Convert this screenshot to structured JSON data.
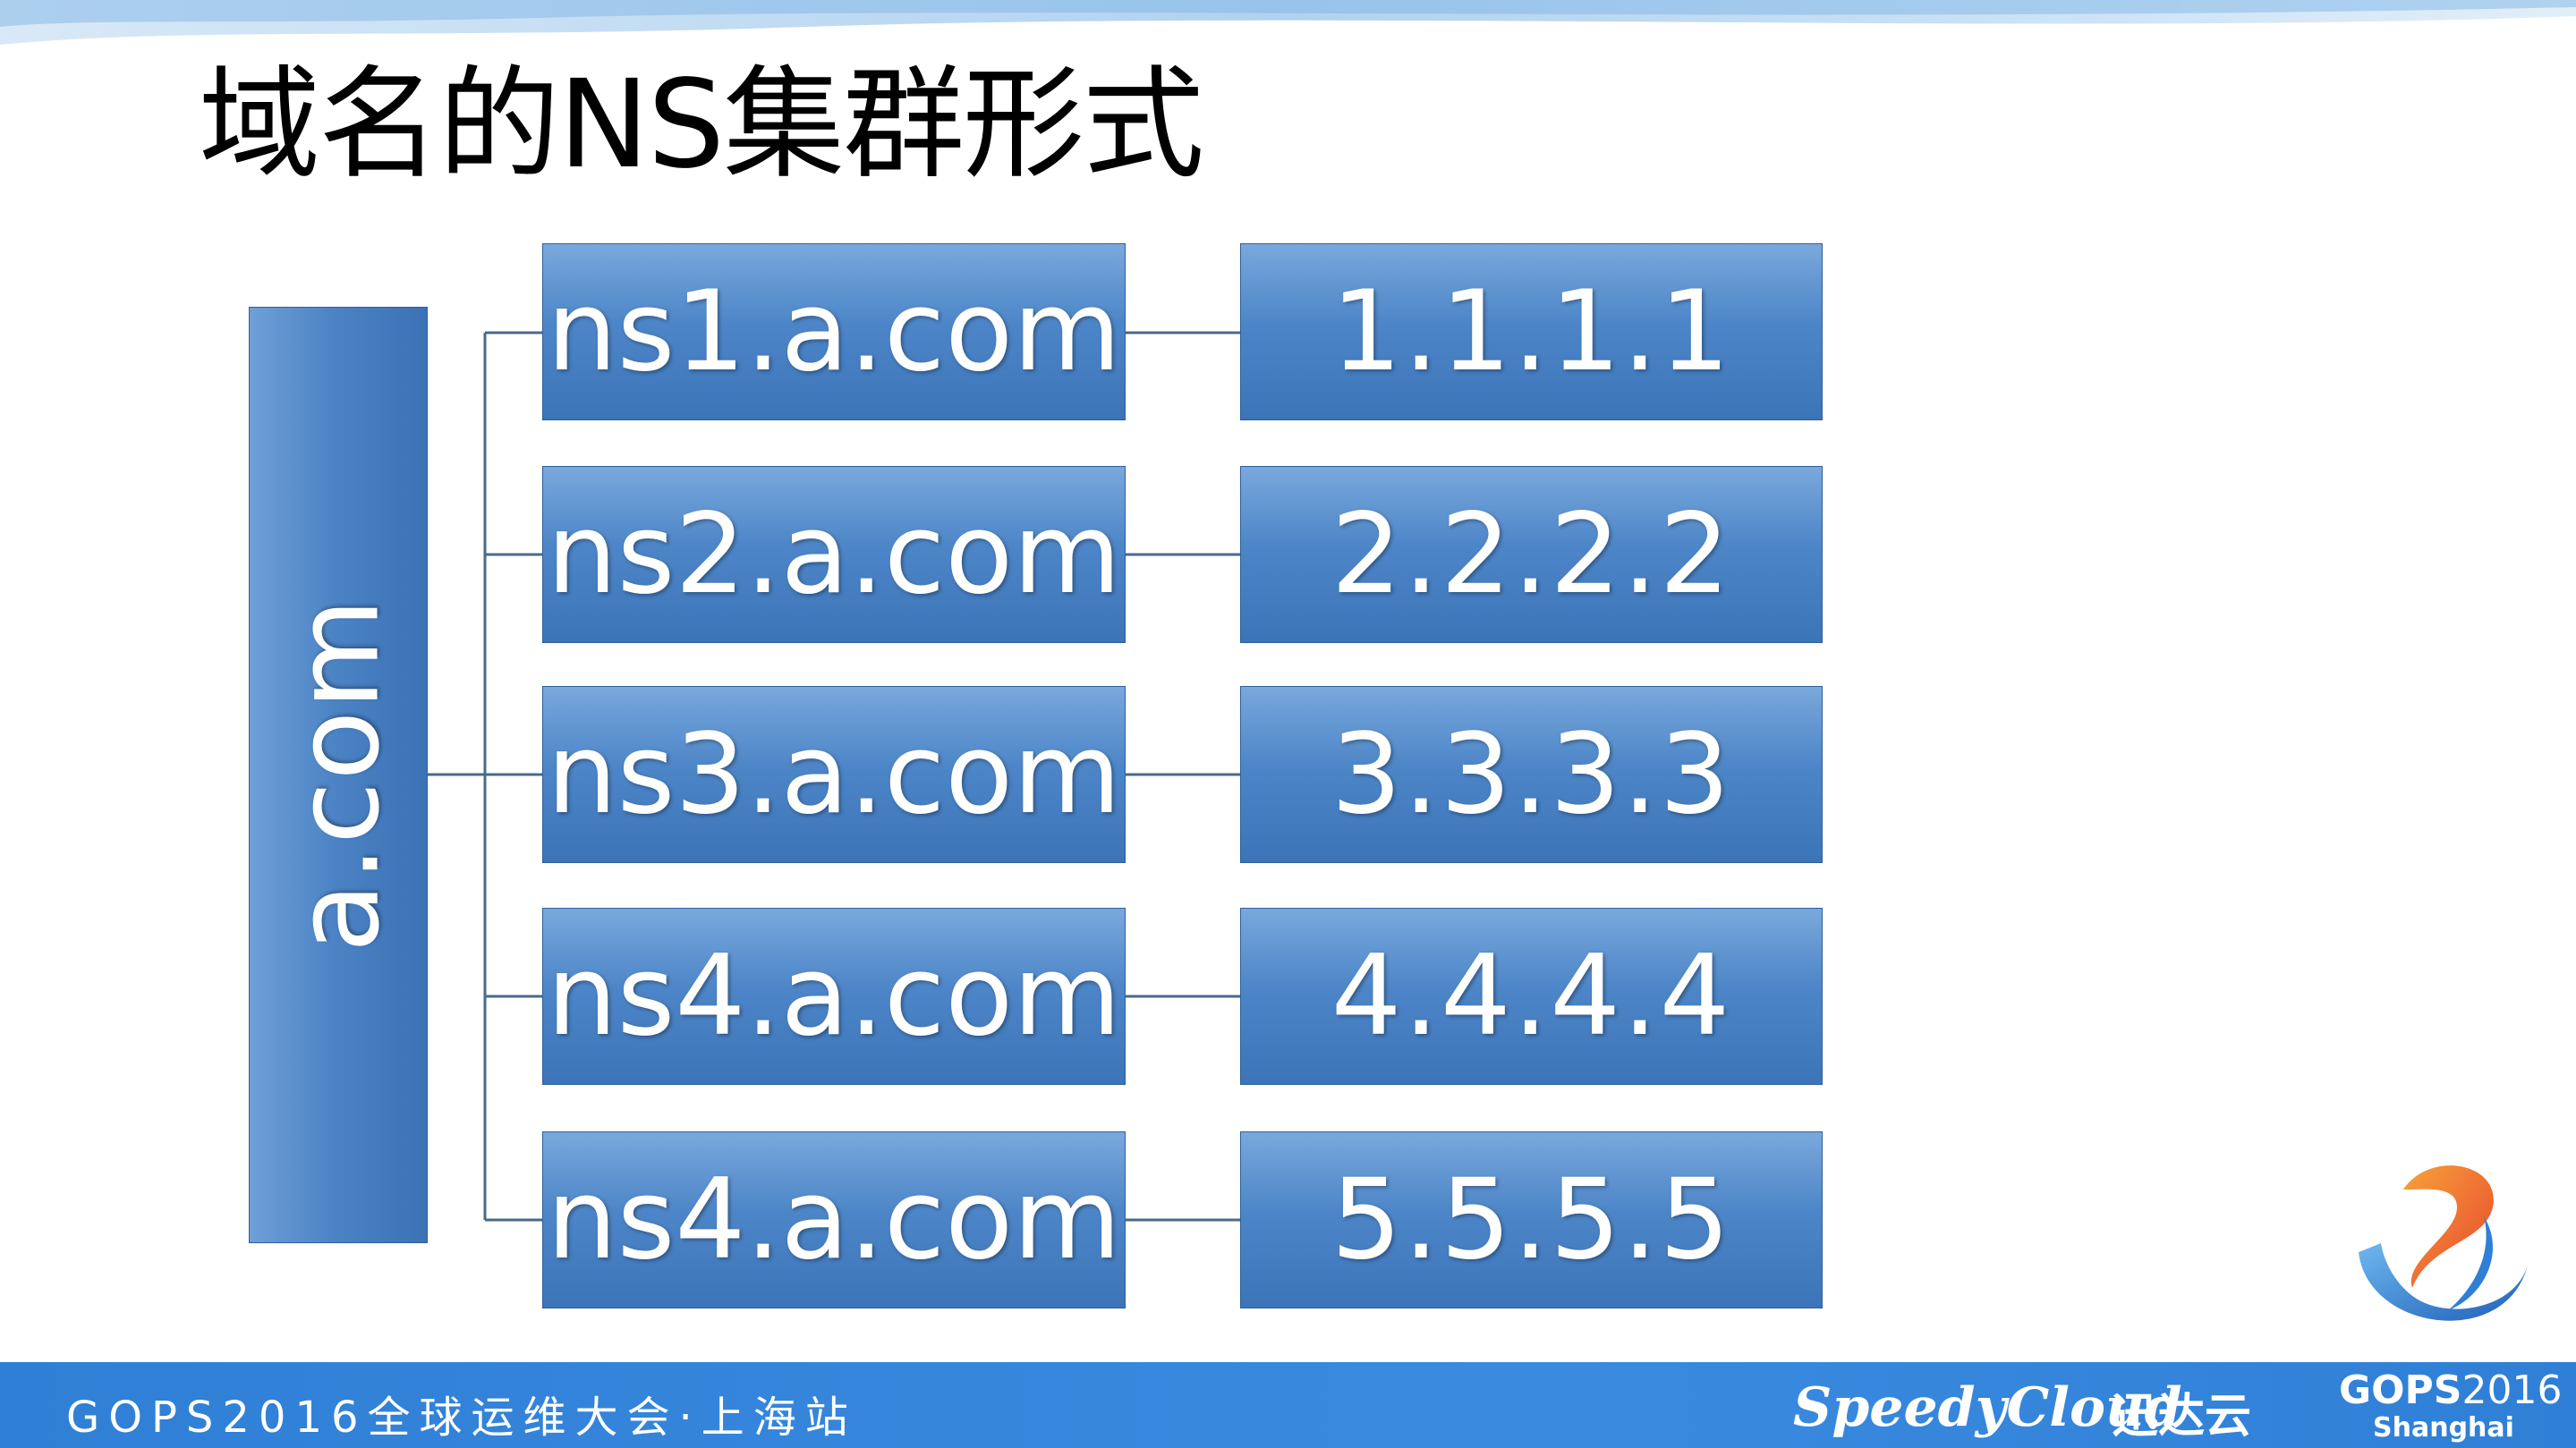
{
  "title": "域名的NS集群形式",
  "root": {
    "label": "a.com"
  },
  "nameservers": [
    {
      "name": "ns1.a.com",
      "ip": "1.1.1.1"
    },
    {
      "name": "ns2.a.com",
      "ip": "2.2.2.2"
    },
    {
      "name": "ns3.a.com",
      "ip": "3.3.3.3"
    },
    {
      "name": "ns4.a.com",
      "ip": "4.4.4.4"
    },
    {
      "name": "ns4.a.com",
      "ip": "5.5.5.5"
    }
  ],
  "footer": {
    "event_text": "GOPS2016全球运维大会·上海站",
    "brand": "SpeedyCloud",
    "brand_cn": "迅达云",
    "event_name_bold": "GOPS",
    "event_year": "2016",
    "event_city": "Shanghai"
  },
  "colors": {
    "box_blue": "#4d86c8",
    "footer_blue": "#2f7fd6",
    "connector": "#4a6a8a"
  },
  "icons": [
    "top-wave-decoration",
    "gops-logo-icon"
  ]
}
